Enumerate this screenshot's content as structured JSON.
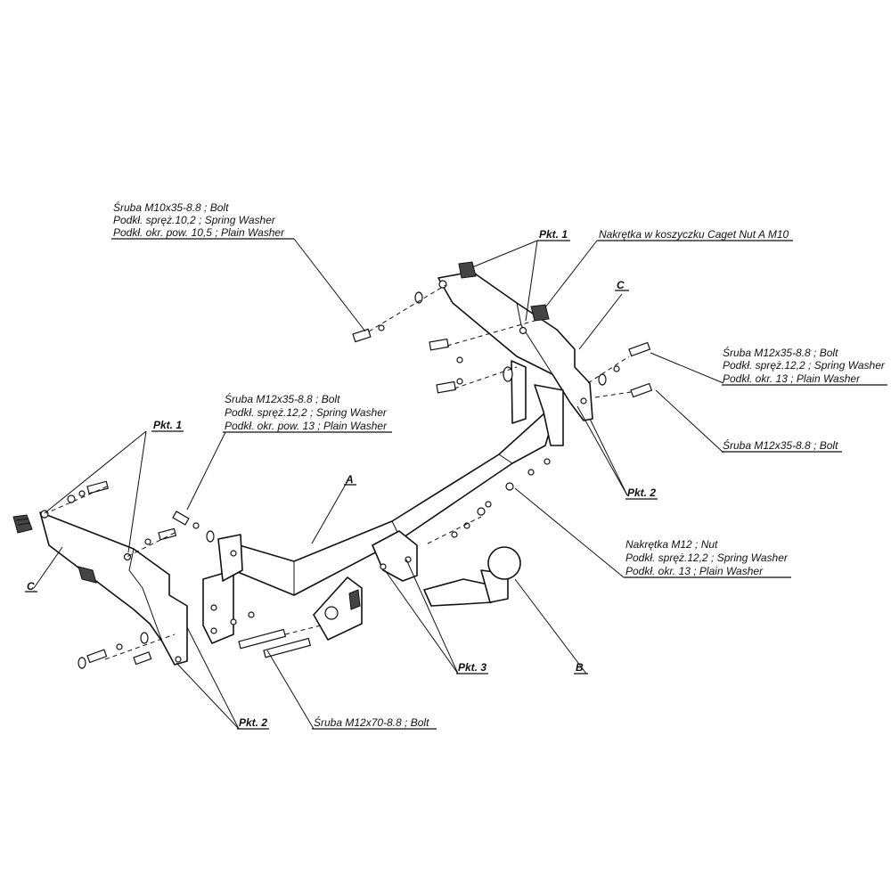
{
  "callouts": {
    "bolt_m10": [
      "Śruba M10x35-8.8 ;  Bolt",
      "Podkł. spręż.10,2 ; Spring Washer",
      "Podkł. okr. pow. 10,5 ; Plain Washer"
    ],
    "cage_nut": "Nakrętka w koszyczku Caget Nut A M10",
    "bolt_m12_left": [
      "Śruba M12x35-8.8 ;  Bolt",
      "Podkł. spręż.12,2 ; Spring Washer",
      "Podkł. okr. pow. 13 ; Plain Washer"
    ],
    "bolt_m12_right": [
      "Śruba M12x35-8.8 ;  Bolt",
      "Podkł. spręż.12,2 ; Spring Washer",
      "Podkł. okr. 13 ; Plain Washer"
    ],
    "bolt_m12_single": "Śruba M12x35-8.8 ;  Bolt",
    "nut_m12": [
      "Nakrętka  M12 ; Nut",
      "Podkł. spręż.12,2 ; Spring Washer",
      "Podkł. okr. 13 ; Plain Washer"
    ],
    "bolt_m12x70": "Śruba M12x70-8.8 ;  Bolt"
  },
  "points": {
    "pkt1": "Pkt. 1",
    "pkt2": "Pkt. 2",
    "pkt3": "Pkt. 3"
  },
  "part_letters": {
    "a": "A",
    "b": "B",
    "c": "C"
  }
}
